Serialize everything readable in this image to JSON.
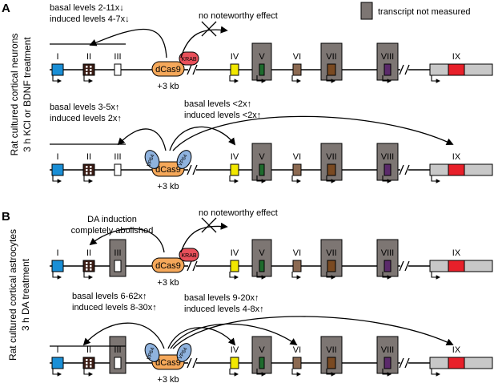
{
  "figure": {
    "legend_label": "transcript not measured",
    "exon_labels": [
      "I",
      "II",
      "III",
      "IV",
      "V",
      "VI",
      "VII",
      "VIII",
      "IX"
    ],
    "position_label": "+3 kb",
    "dcas9_label": "dCas9",
    "krab_label": "KRAB",
    "vp64_label": "VP64",
    "colors": {
      "exon_I": "#1a8fd6",
      "exon_II": "#3a1c14",
      "exon_IV": "#f2e800",
      "exon_V": "#1e6b2d",
      "exon_VI": "#8c6a52",
      "exon_VII": "#7a4a22",
      "exon_VIII": "#5b2a6b",
      "exon_IX_red": "#e8202a",
      "exon_IX_grey": "#c8c8c8",
      "dcas9": "#f5a85a",
      "krab": "#e8505a",
      "vp64": "#8fb3df",
      "not_measured": "#7d7673"
    }
  },
  "panel_a": {
    "letter": "A",
    "side_label_line1": "Rat cultured cortical neurons",
    "side_label_line2": "3 h KCl or BDNF treatment",
    "krab_row": {
      "left_line1": "basal levels 2-11x↓",
      "left_line2": "induced levels 4-7x↓",
      "right": "no noteworthy effect"
    },
    "vp64_row": {
      "left_line1": "basal levels 3-5x↑",
      "left_line2": "induced levels 2x↑",
      "right_line1": "basal levels <2x↑",
      "right_line2": "induced levels <2x↑"
    }
  },
  "panel_b": {
    "letter": "B",
    "side_label_line1": "Rat cultured cortical astrocytes",
    "side_label_line2": "3 h DA treatment",
    "krab_row": {
      "left_line1": "DA induction",
      "left_line2": "completely abolished",
      "right": "no noteworthy effect"
    },
    "vp64_row": {
      "left_line1": "basal levels 6-62x↑",
      "left_line2": "induced levels 8-30x↑",
      "right_line1": "basal levels 9-20x↑",
      "right_line2": "induced levels 4-8x↑"
    }
  }
}
